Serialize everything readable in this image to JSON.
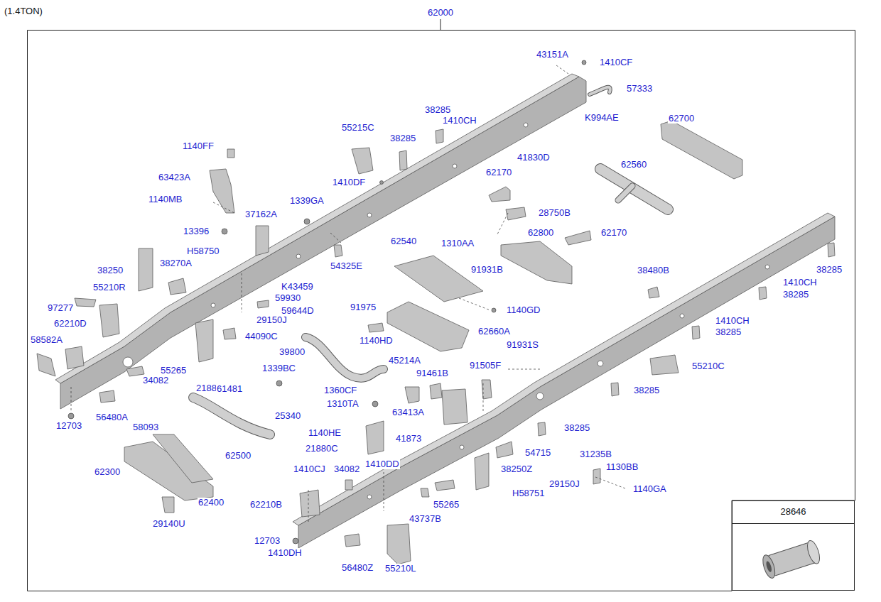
{
  "diagram": {
    "title": "(1.4TON)",
    "nodes": [
      {
        "text": [
          "62000"
        ]
      },
      {
        "text": [
          "28646"
        ]
      }
    ],
    "labels": [
      "43151A",
      "1410CF",
      "57333",
      "K994AE",
      "62700",
      "55215C",
      "38285",
      "1410CH",
      "38285",
      "1140FF",
      "41830D",
      "1410DF",
      "62170",
      "62560",
      "63423A",
      "1140MB",
      "1339GA",
      "28750B",
      "37162A",
      "13396",
      "62540",
      "1310AA",
      "62800",
      "62170",
      "38250",
      "H58750",
      "38270A",
      "54325E",
      "91931B",
      "38480B",
      "38285",
      "55210R",
      "K43459",
      "1410CH",
      "59930",
      "38285",
      "97277",
      "1140GD",
      "59644D",
      "91975",
      "62210D",
      "29150J",
      "1410CH",
      "38285",
      "44090C",
      "62660A",
      "58582A",
      "1140HD",
      "91931S",
      "39800",
      "45214A",
      "1339BC",
      "91505F",
      "55210C",
      "55265",
      "91461B",
      "21885",
      "34082",
      "38285",
      "61481",
      "1360CF",
      "1310TA",
      "56480A",
      "25340",
      "63413A",
      "58093",
      "12703",
      "1140HE",
      "38285",
      "41873",
      "54715",
      "62500",
      "21880C",
      "31235B",
      "1410CJ",
      "34082",
      "1410DD",
      "1130BB",
      "62300",
      "38250Z",
      "29150J",
      "62400",
      "1140GA",
      "62210B",
      "55265",
      "H58751",
      "43737B",
      "29140U",
      "12703",
      "1410DH",
      "56480Z",
      "55210L"
    ]
  }
}
